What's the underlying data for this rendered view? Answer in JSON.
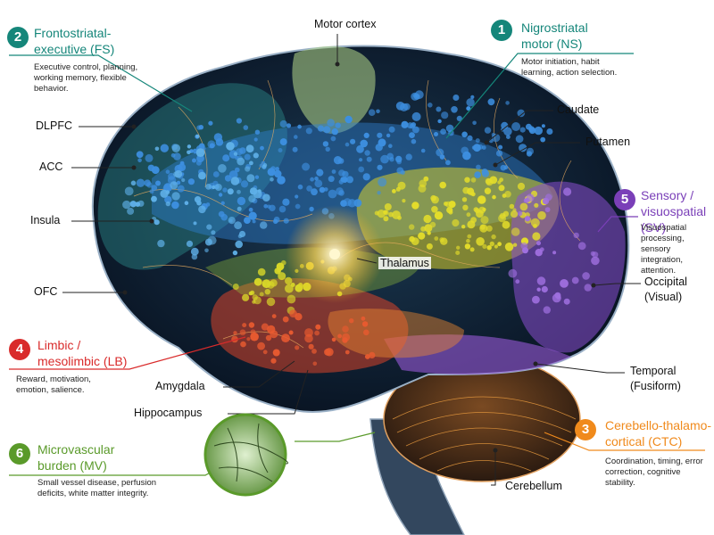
{
  "labels": {
    "motor_cortex": "Motor cortex",
    "dlpfc": "DLPFC",
    "acc": "ACC",
    "insula": "Insula",
    "ofc": "OFC",
    "caudate": "Caudate",
    "putamen": "Putamen",
    "thalamus": "Thalamus",
    "occipital": "Occipital\n(Visual)",
    "temporal": "Temporal\n(Fusiform)",
    "amygdala": "Amygdala",
    "hippocampus": "Hippocampus",
    "cerebellum": "Cerebellum"
  },
  "networks": [
    {
      "number": "1",
      "title": "Nigrostriatal\nmotor (NS)",
      "description": "Motor initiation, habit\nlearning, action selection.",
      "color": "#15867a"
    },
    {
      "number": "2",
      "title": "Frontostriatal-\nexecutive (FS)",
      "description": "Executive control, planning,\nworking memory, flexible\nbehavior.",
      "color": "#15867a"
    },
    {
      "number": "3",
      "title": "Cerebello-thalamo-\ncortical (CTC)",
      "description": "Coordination, timing, error\ncorrection, cognitive\nstability.",
      "color": "#f08a1c"
    },
    {
      "number": "4",
      "title": "Limbic /\nmesolimbic (LB)",
      "description": "Reward, motivation,\nemotion, salience.",
      "color": "#d92b2b"
    },
    {
      "number": "5",
      "title": "Sensory /\nvisuospatial (SV)",
      "description": "Visuospatial processing,\nsensory integration,\nattention.",
      "color": "#7a3fb8"
    },
    {
      "number": "6",
      "title": "Microvascular\nburden (MV)",
      "description": "Small vessel disease, perfusion\ndeficits, white matter integrity.",
      "color": "#5a9a2a"
    }
  ]
}
